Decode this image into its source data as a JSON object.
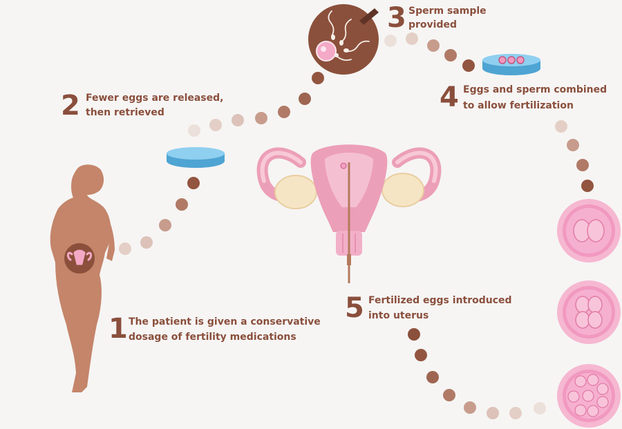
{
  "steps": [
    {
      "number": "1",
      "text": "The patient is given a conservative dosage of fertility medications",
      "line1": "The patient is given a conservative",
      "line2": "dosage of fertility medications"
    },
    {
      "number": "2",
      "text": "Fewer eggs are released, then retrieved",
      "line1": "Fewer eggs are released,",
      "line2": "then retrieved"
    },
    {
      "number": "3",
      "text": "Sperm sample provided",
      "line1": "Sperm sample",
      "line2": "provided"
    },
    {
      "number": "4",
      "text": "Eggs and sperm combined to allow fertilization",
      "line1": "Eggs and sperm combined",
      "line2": "to allow fertilization"
    },
    {
      "number": "5",
      "text": "Fertilized eggs introduced into uterus",
      "line1": "Fertilized eggs introduced",
      "line2": "into uterus"
    }
  ],
  "colors": {
    "text": "#8a4f3c",
    "dot_light": "#e4cfc6",
    "dot_mid": "#c79c8c",
    "dot_dark": "#92553f",
    "silhouette": "#c4856a",
    "uterus_pink": "#ec9fb8",
    "ovary_cream": "#f6e5c4",
    "dish_blue": "#6ab8e0",
    "cell_pink": "#f199c0"
  }
}
